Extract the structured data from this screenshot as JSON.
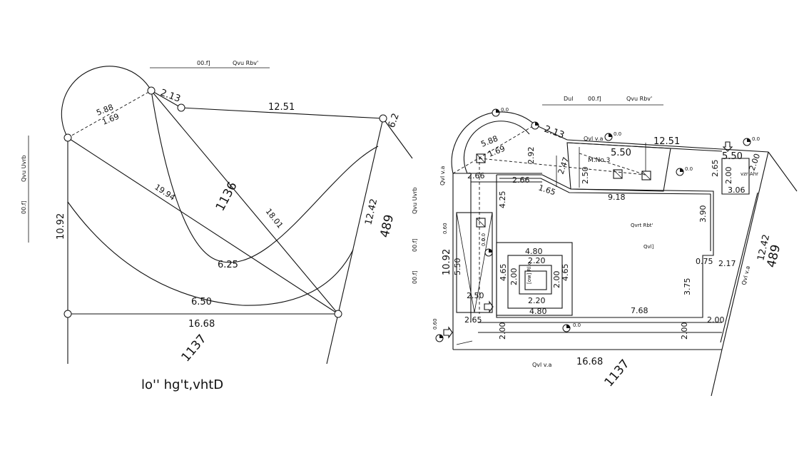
{
  "left_plan": {
    "caption": "lo'' hg't,vhtD",
    "top_label_a": "00.f]",
    "top_label_b": "Qvu Rbv'",
    "side_label_a": "Qvu Uvrb",
    "side_label_b": "00.f]",
    "right_label_a": "Qvu Uvrb",
    "right_label_b": "00.f]",
    "right_label_c": "00.f]",
    "dimensions": {
      "arc_chord": "5.88",
      "arc_inner": "1.69",
      "corner_top": "2.13",
      "top_edge": "12.51",
      "corner_right": "6.2",
      "diag_long": "19.94",
      "diag_mid": "1136",
      "diag_cross": "18.01",
      "right_edge": "12.42",
      "right_edge_ref": "489",
      "left_edge": "10.92",
      "curve_inner": "6.25",
      "curve_outer": "6.50",
      "bottom_edge": "16.68",
      "bottom_ref": "1137"
    }
  },
  "right_plan": {
    "top_label_a": "Dul",
    "top_label_b": "00.f]",
    "top_label_c": "Qvu Rbv'",
    "road_label_left": "Qvl v.a",
    "road_label_top": "Qvl v.a",
    "road_label_right": "Qvl v.a",
    "road_label_bottom": "Qvl v.a",
    "room_label": "M.No.3",
    "center_label_a": "Qvrt Rbt'",
    "center_label_b": "Qvl]",
    "box_label": "vzr Ahr",
    "pit_label": "[ow] Rl.o",
    "levels": {
      "top": "0.0",
      "right_top": "0.0",
      "mid_top": "0.0",
      "right_mid": "0.0",
      "left_mid": "0.60",
      "left_lower": "0.0",
      "bottom_center": "0.0",
      "bottom_left": "0.60"
    },
    "dimensions": {
      "arc_chord": "5.88",
      "arc_inner": "1.69",
      "corner_top": "2.13",
      "top_edge": "12.51",
      "top_inner": "5.50",
      "top_right": "5.50",
      "stair_w": "2.92",
      "stair_a": "2.50",
      "stair_b": "2.47",
      "box_h": "2.00",
      "box_r": "2.00",
      "box_depth": "3.06",
      "box_w": "2.65",
      "left_top": "2.66",
      "inner_top": "2.66",
      "inner_slope": "1.65",
      "inner_span": "9.18",
      "right_wall": "3.90",
      "left_wall": "4.25",
      "right_edge": "12.42",
      "right_edge_ref": "489",
      "left_edge": "10.92",
      "left_inner": "5.50",
      "pit_top": "4.80",
      "pit_in_top": "2.20",
      "pit_side_l": "4.65",
      "pit_side_r": "4.65",
      "pit_in_l": "2.00",
      "pit_in_r": "2.00",
      "pit_in_bottom": "2.20",
      "pit_bottom": "4.80",
      "step_a": "0.75",
      "step_b": "2.17",
      "right_lower": "3.75",
      "bottom_inner": "7.68",
      "left_lower": "2.50",
      "left_bottom": "2.65",
      "bottom_right": "2.00",
      "margin_left": "2.00",
      "margin_right": "2.00",
      "bottom_edge": "16.68",
      "bottom_ref": "1137",
      "lvl_stair": "0.0"
    }
  }
}
